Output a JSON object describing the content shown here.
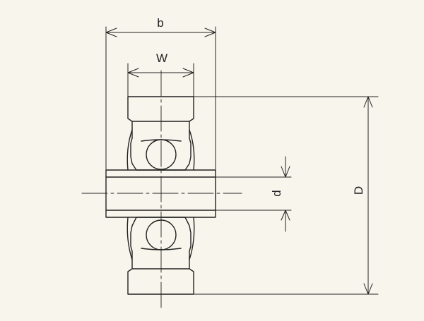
{
  "colors": {
    "background": "#f8f5ec",
    "ink": "#222222"
  },
  "labels": {
    "b": "b",
    "W": "W",
    "d": "d",
    "D": "D"
  }
}
